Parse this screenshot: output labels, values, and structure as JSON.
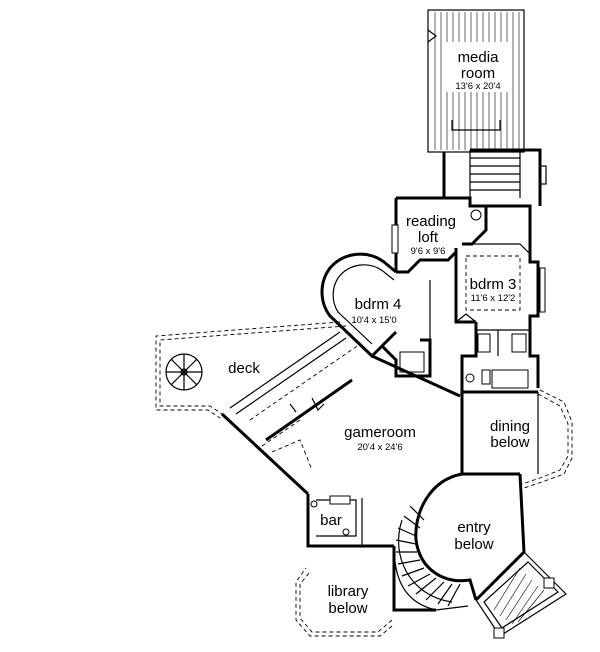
{
  "rooms": {
    "media_room": {
      "line1": "media",
      "line2": "room",
      "dims": "13'6 x 20'4"
    },
    "reading_loft": {
      "line1": "reading",
      "line2": "loft",
      "dims": "9'6 x 9'6"
    },
    "bdrm3": {
      "name": "bdrm 3",
      "dims": "11'6 x 12'2"
    },
    "bdrm4": {
      "name": "bdrm 4",
      "dims": "10'4 x 15'0"
    },
    "deck": {
      "name": "deck"
    },
    "gameroom": {
      "name": "gameroom",
      "dims": "20'4 x 24'6"
    },
    "dining": {
      "line1": "dining",
      "line2": "below"
    },
    "bar": {
      "name": "bar"
    },
    "entry": {
      "line1": "entry",
      "line2": "below"
    },
    "library": {
      "line1": "library",
      "line2": "below"
    }
  }
}
